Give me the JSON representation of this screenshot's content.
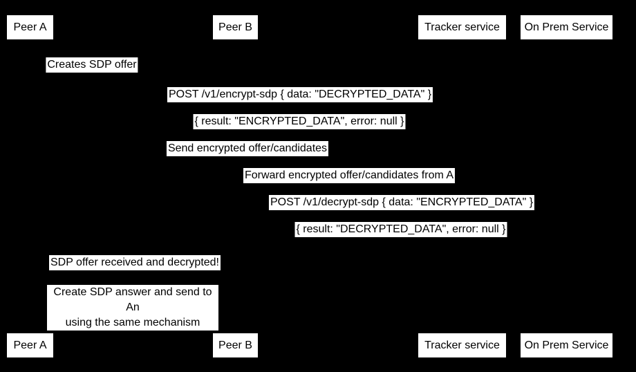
{
  "diagram": {
    "type": "sequence-diagram",
    "background_color": "#000000",
    "box_fill_color": "#ffffff",
    "text_color": "#000000",
    "participants": [
      {
        "label": "Peer A"
      },
      {
        "label": "Peer B"
      },
      {
        "label": "Tracker service"
      },
      {
        "label": "On Prem Service"
      }
    ],
    "messages": [
      {
        "from": "Peer A",
        "to": "Peer A",
        "text": "Creates SDP offer"
      },
      {
        "from": "Peer A",
        "to": "On Prem Service",
        "text": "POST /v1/encrypt-sdp { data: \"DECRYPTED_DATA\" }"
      },
      {
        "from": "On Prem Service",
        "to": "Peer A",
        "text": "{ result: \"ENCRYPTED_DATA\", error: null }"
      },
      {
        "from": "Peer A",
        "to": "Tracker service",
        "text": "Send encrypted offer/candidates"
      },
      {
        "from": "Tracker service",
        "to": "Peer B",
        "text": "Forward encrypted offer/candidates from A"
      },
      {
        "from": "Peer B",
        "to": "On Prem Service",
        "text": "POST /v1/decrypt-sdp { data: \"ENCRYPTED_DATA\" }"
      },
      {
        "from": "On Prem Service",
        "to": "Peer B",
        "text": "{ result: \"DECRYPTED_DATA\", error: null }"
      },
      {
        "from": "Peer B",
        "to": "Peer A",
        "text": "SDP offer received and decrypted!"
      }
    ],
    "note": {
      "over": "Peer A, Peer B",
      "lines": {
        "line1": "Create SDP answer and send to An",
        "line2": "using the same mechanism"
      }
    }
  }
}
